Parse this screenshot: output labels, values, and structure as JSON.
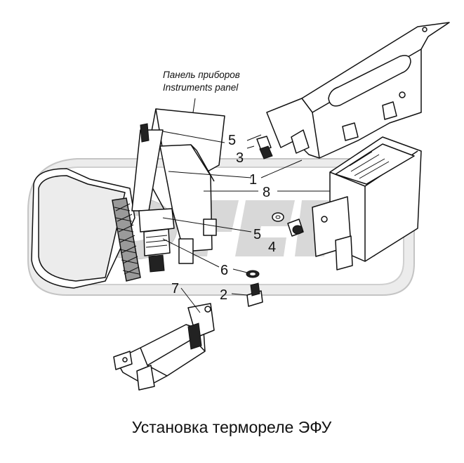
{
  "title": "Установка термореле ЭФУ",
  "panel_label": {
    "ru": "Панель приборов",
    "en": "Instruments panel"
  },
  "callouts": [
    {
      "id": "c1",
      "label": "1"
    },
    {
      "id": "c2",
      "label": "2"
    },
    {
      "id": "c3",
      "label": "3"
    },
    {
      "id": "c4",
      "label": "4"
    },
    {
      "id": "c5a",
      "label": "5"
    },
    {
      "id": "c5b",
      "label": "5"
    },
    {
      "id": "c6",
      "label": "6"
    },
    {
      "id": "c7",
      "label": "7"
    },
    {
      "id": "c8",
      "label": "8"
    }
  ],
  "colors": {
    "ink": "#111111",
    "watermark": "#dcdcdc",
    "background": "#ffffff"
  }
}
